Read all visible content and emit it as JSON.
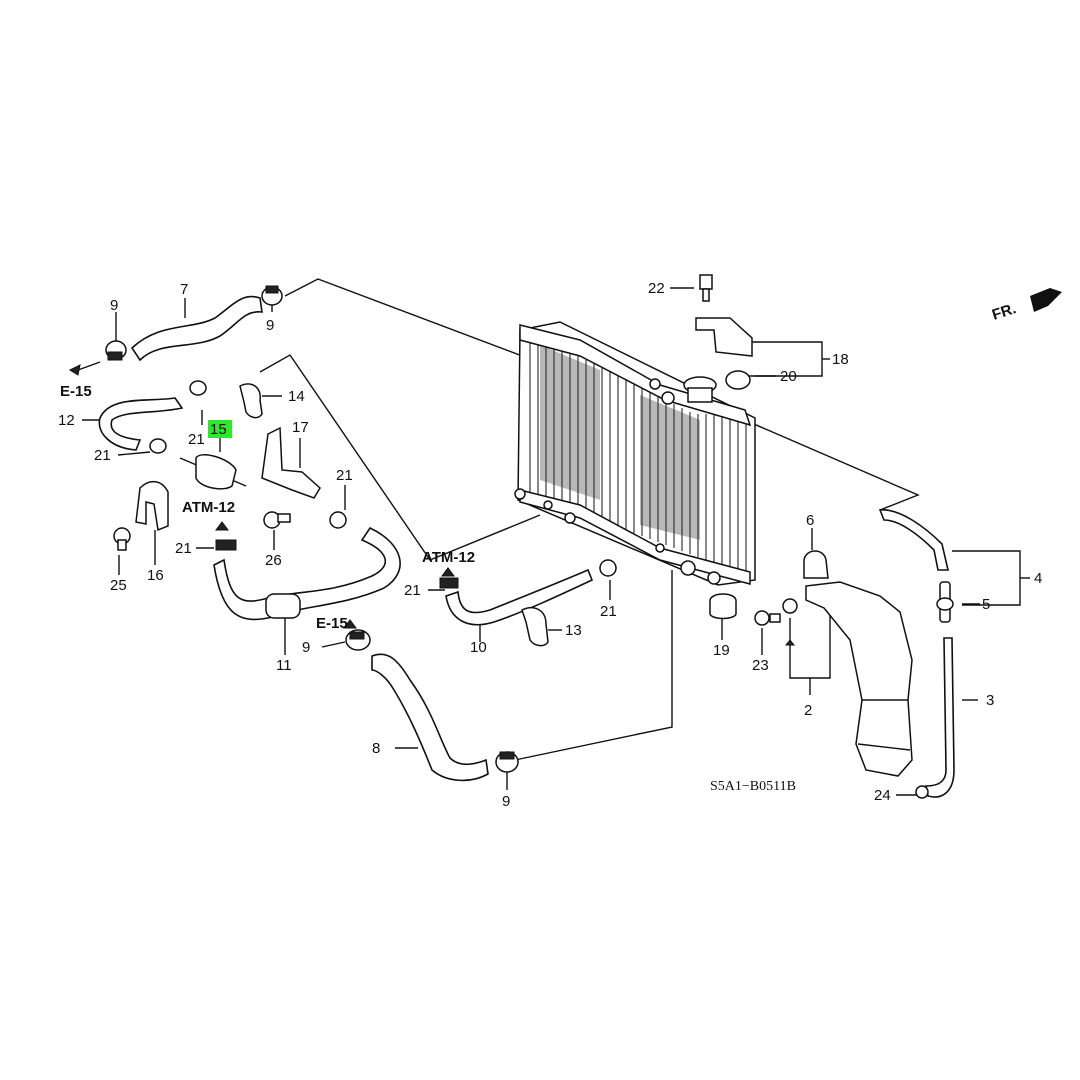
{
  "diagram": {
    "code": "S5A1−B0511B",
    "front_indicator": "FR.",
    "highlight_color": "#2ee82e",
    "references": [
      {
        "id": "e15_top",
        "text": "E-15"
      },
      {
        "id": "e15_mid",
        "text": "E-15"
      },
      {
        "id": "atm12_left",
        "text": "ATM-12"
      },
      {
        "id": "atm12_mid",
        "text": "ATM-12"
      }
    ],
    "callouts": [
      {
        "id": "c9a",
        "text": "9"
      },
      {
        "id": "c7",
        "text": "7"
      },
      {
        "id": "c9b",
        "text": "9"
      },
      {
        "id": "c12",
        "text": "12"
      },
      {
        "id": "c21a",
        "text": "21"
      },
      {
        "id": "c15",
        "text": "15",
        "highlighted": true
      },
      {
        "id": "c14",
        "text": "14"
      },
      {
        "id": "c21b",
        "text": "21"
      },
      {
        "id": "c17",
        "text": "17"
      },
      {
        "id": "c21c",
        "text": "21"
      },
      {
        "id": "c25",
        "text": "25"
      },
      {
        "id": "c16",
        "text": "16"
      },
      {
        "id": "c21d",
        "text": "21"
      },
      {
        "id": "c26",
        "text": "26"
      },
      {
        "id": "c11",
        "text": "11"
      },
      {
        "id": "c9c",
        "text": "9"
      },
      {
        "id": "c8",
        "text": "8"
      },
      {
        "id": "c9d",
        "text": "9"
      },
      {
        "id": "c21e",
        "text": "21"
      },
      {
        "id": "c10",
        "text": "10"
      },
      {
        "id": "c13",
        "text": "13"
      },
      {
        "id": "c21f",
        "text": "21"
      },
      {
        "id": "c22",
        "text": "22"
      },
      {
        "id": "c18",
        "text": "18"
      },
      {
        "id": "c20",
        "text": "20"
      },
      {
        "id": "c6",
        "text": "6"
      },
      {
        "id": "c4",
        "text": "4"
      },
      {
        "id": "c5",
        "text": "5"
      },
      {
        "id": "c19",
        "text": "19"
      },
      {
        "id": "c23",
        "text": "23"
      },
      {
        "id": "c2",
        "text": "2"
      },
      {
        "id": "c3",
        "text": "3"
      },
      {
        "id": "c24",
        "text": "24"
      }
    ]
  }
}
